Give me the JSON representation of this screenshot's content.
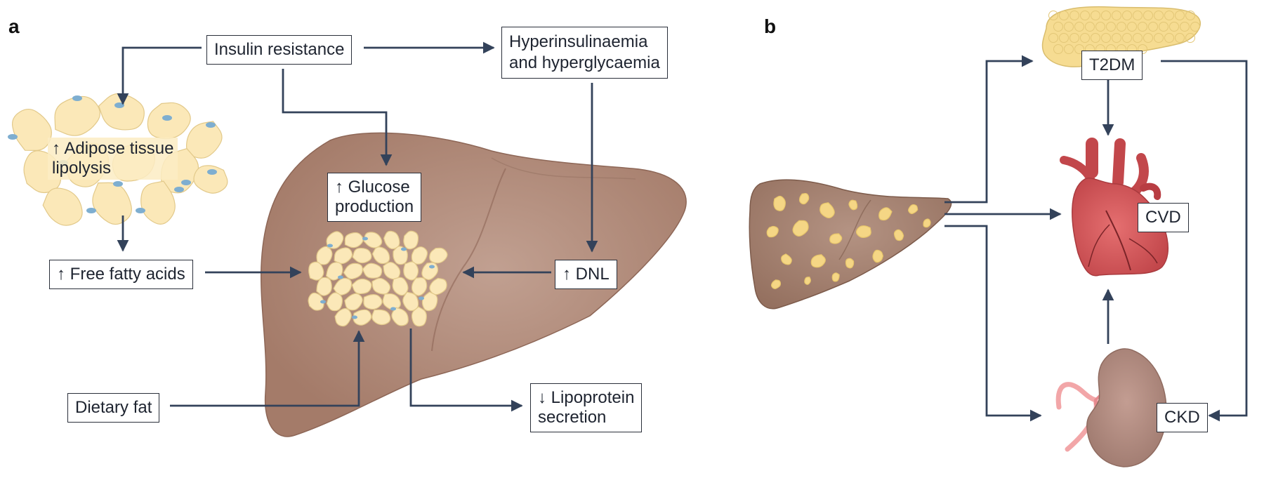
{
  "panel_a": {
    "letter": "a",
    "insulin_resistance": "Insulin resistance",
    "hyper": {
      "line1": "Hyperinsulinaemia",
      "line2": "and hyperglycaemia"
    },
    "adipose": {
      "line1": "↑ Adipose tissue",
      "line2": "lipolysis"
    },
    "glucose": {
      "line1": "↑ Glucose",
      "line2": "production"
    },
    "ffa": "↑ Free fatty acids",
    "dnl": "↑ DNL",
    "dietary": "Dietary fat",
    "lipoprotein": {
      "line1": "↓ Lipoprotein",
      "line2": "secretion"
    }
  },
  "panel_b": {
    "letter": "b",
    "t2dm": "T2DM",
    "cvd": "CVD",
    "ckd": "CKD"
  },
  "colors": {
    "arrow": "#33425a",
    "liver": "#a77f6e",
    "liver_dark": "#8d6656",
    "fat": "#fbe8b8",
    "fat_edge": "#e2c98a",
    "fat_dot": "#7eaed0",
    "heart": "#d9575a",
    "kidney": "#b08a7f",
    "pancreas": "#f6dc92"
  }
}
